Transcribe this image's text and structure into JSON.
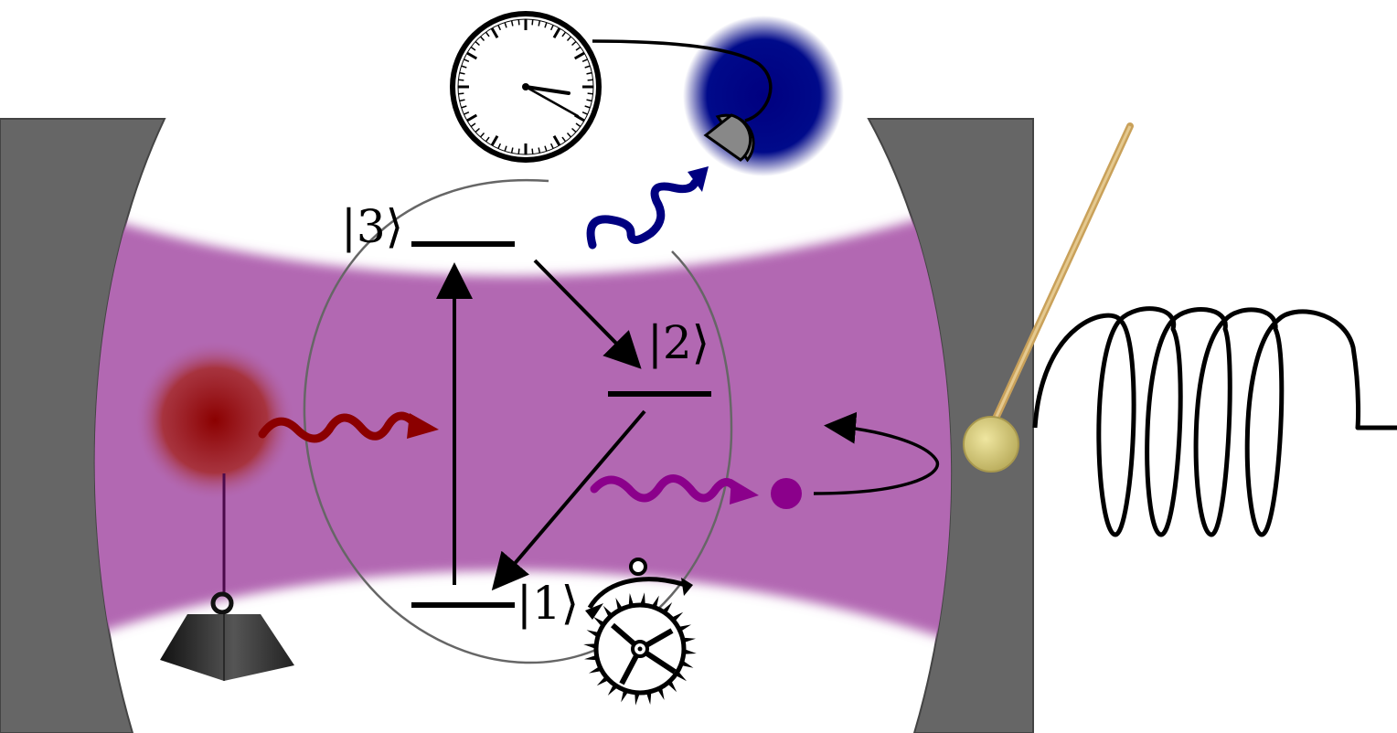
{
  "diagram": {
    "levels": [
      {
        "id": "level-3",
        "label": "|3⟩"
      },
      {
        "id": "level-2",
        "label": "|2⟩"
      },
      {
        "id": "level-1",
        "label": "|1⟩"
      }
    ],
    "icons": {
      "clock": "clock-icon",
      "weight": "weight-icon",
      "escapement": "escapement-wheel-icon",
      "pendulum": "pendulum-icon",
      "spring": "spring-icon",
      "hot_bath": "hot-bath-blob",
      "cold_bath": "cold-bath-blob",
      "detector": "detector-icon"
    },
    "colors": {
      "mirror": "#666666",
      "cavity_mode": "#b267b2",
      "hot": "#8b0000",
      "cold": "#000080",
      "emission": "#8b008b",
      "arrow": "#000000"
    }
  }
}
